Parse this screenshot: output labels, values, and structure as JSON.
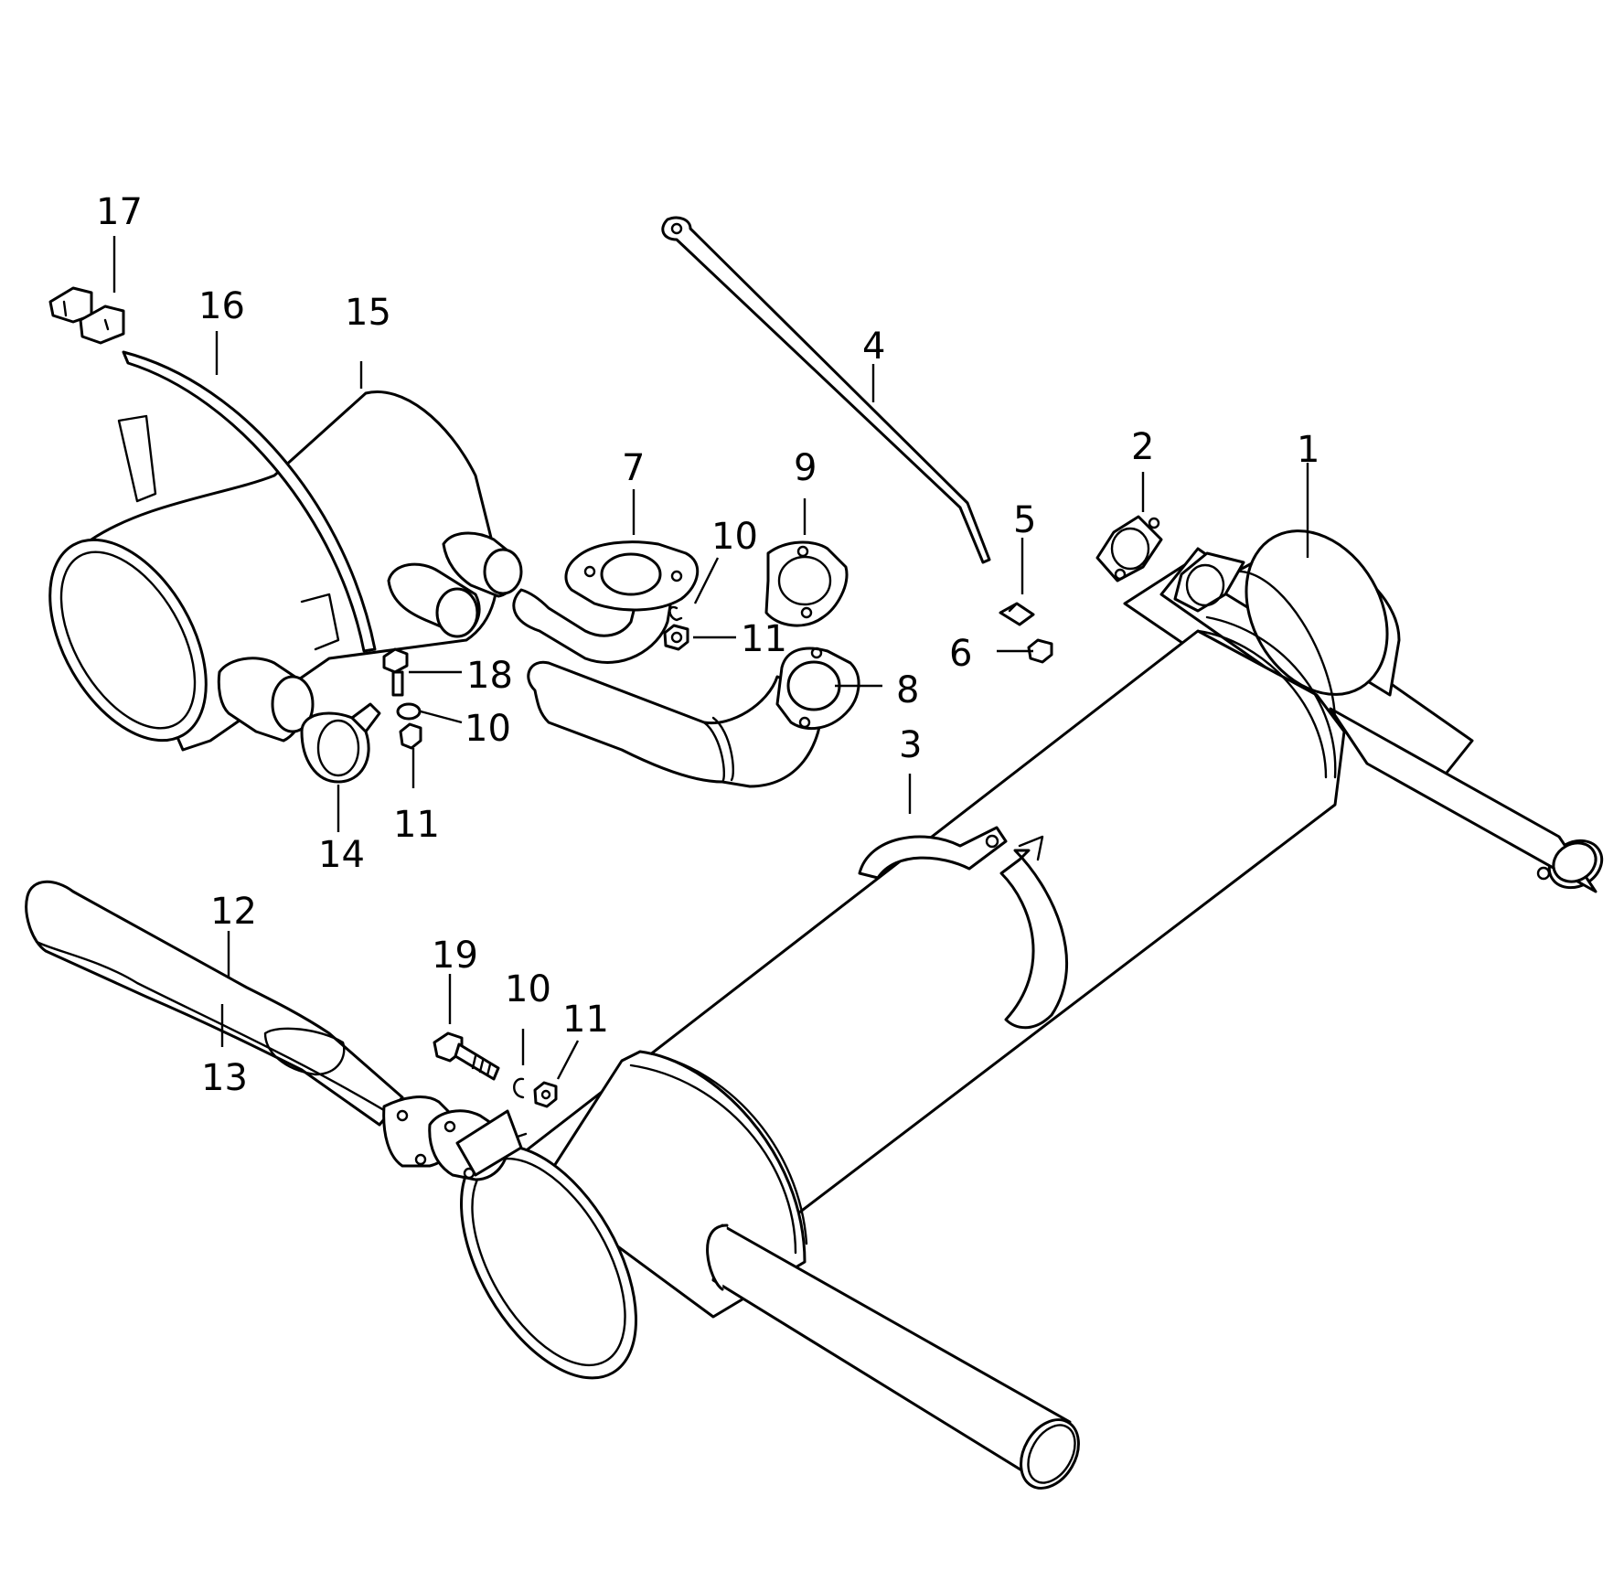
{
  "callouts": {
    "c1": "1",
    "c2": "2",
    "c3": "3",
    "c4": "4",
    "c5": "5",
    "c6": "6",
    "c7": "7",
    "c8": "8",
    "c9": "9",
    "c10a": "10",
    "c10b": "10",
    "c10c": "10",
    "c11a": "11",
    "c11b": "11",
    "c11c": "11",
    "c12": "12",
    "c13": "13",
    "c14": "14",
    "c15": "15",
    "c16": "16",
    "c17": "17",
    "c18": "18",
    "c19": "19"
  }
}
